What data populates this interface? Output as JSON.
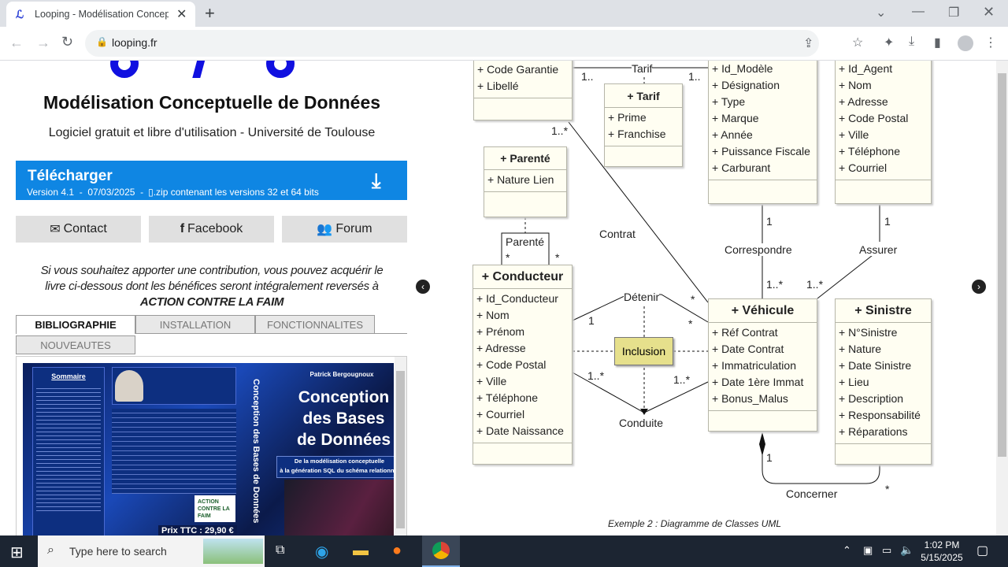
{
  "browser": {
    "tab_title": "Looping - Modélisation Concept",
    "url": "looping.fr"
  },
  "site": {
    "title": "Modélisation Conceptuelle de Données",
    "subtitle": "Logiciel gratuit et libre d'utilisation - Université de Toulouse",
    "download": {
      "label": "Télécharger",
      "version": "Version 4.1  -  07/03/2025  -",
      "zip": ".zip contenant les versions 32 et 64 bits"
    },
    "buttons": {
      "contact": "Contact",
      "facebook": "Facebook",
      "forum": "Forum"
    },
    "contribution": {
      "line1": "Si vous souhaitez apporter une contribution, vous pouvez acquérir le",
      "line2": "livre ci-dessous dont les bénéfices seront intégralement reversés à",
      "org": "ACTION CONTRE LA FAIM"
    },
    "tabs": [
      "BIBLIOGRAPHIE",
      "INSTALLATION",
      "FONCTIONNALITES",
      "NOUVEAUTES"
    ],
    "book": {
      "author": "Patrick Bergougnoux",
      "title1": "Conception",
      "title2": "des Bases",
      "title3": "de Données",
      "tagline1": "De la modélisation conceptuelle",
      "tagline2": "à la génération SQL du schéma relationnel",
      "summary": "Sommaire",
      "spine": "Conception des Bases de Données",
      "price": "Prix TTC : 29,90 €",
      "charity": "ACTION CONTRE LA FAIM"
    }
  },
  "diagram": {
    "caption": "Exemple 2 : Diagramme de Classes UML",
    "classes": {
      "garantie": {
        "attrs": [
          "+ Code Garantie",
          "+ Libellé"
        ]
      },
      "tarif": {
        "title": "+ Tarif",
        "attrs": [
          "+ Prime",
          "+ Franchise"
        ]
      },
      "modele": {
        "attrs": [
          "+ Id_Modèle",
          "+ Désignation",
          "+ Type",
          "+ Marque",
          "+ Année",
          "+ Puissance Fiscale",
          "+ Carburant"
        ]
      },
      "agent": {
        "attrs": [
          "+ Id_Agent",
          "+ Nom",
          "+ Adresse",
          "+ Code Postal",
          "+ Ville",
          "+ Téléphone",
          "+ Courriel"
        ]
      },
      "parente": {
        "title": "+ Parenté",
        "attrs": [
          "+ Nature Lien"
        ]
      },
      "conducteur": {
        "title": "+ Conducteur",
        "attrs": [
          "+ Id_Conducteur",
          "+ Nom",
          "+ Prénom",
          "+ Adresse",
          "+ Code Postal",
          "+ Ville",
          "+ Téléphone",
          "+ Courriel",
          "+ Date Naissance"
        ]
      },
      "vehicule": {
        "title": "+ Véhicule",
        "attrs": [
          "+ Réf Contrat",
          "+ Date Contrat",
          "+ Immatriculation",
          "+ Date 1ère Immat",
          "+ Bonus_Malus"
        ]
      },
      "sinistre": {
        "title": "+ Sinistre",
        "attrs": [
          "+ N°Sinistre",
          "+ Nature",
          "+ Date Sinistre",
          "+ Lieu",
          "+ Description",
          "+ Responsabilité",
          "+ Réparations"
        ]
      }
    },
    "associations": {
      "tarif": "Tarif",
      "contrat": "Contrat",
      "parente": "Parenté",
      "correspondre": "Correspondre",
      "assurer": "Assurer",
      "detenir": "Détenir",
      "conduite": "Conduite",
      "concerner": "Concerner",
      "note": "Inclusion"
    },
    "multiplicities": {
      "tarif_l": "1..",
      "tarif_r": "1..",
      "contrat_g": "1..*",
      "parente_l": "*",
      "parente_r": "*",
      "corr_m": "1",
      "corr_v": "1..*",
      "ass_a": "1",
      "ass_v": "1..*",
      "det_c": "1",
      "det_v1": "*",
      "det_v2": "*",
      "cond_c": "1..*",
      "cond_v": "1..*",
      "conc_v": "1",
      "conc_s": "*"
    }
  },
  "taskbar": {
    "search_placeholder": "Type here to search",
    "time": "1:02 PM",
    "date": "5/15/2025"
  }
}
